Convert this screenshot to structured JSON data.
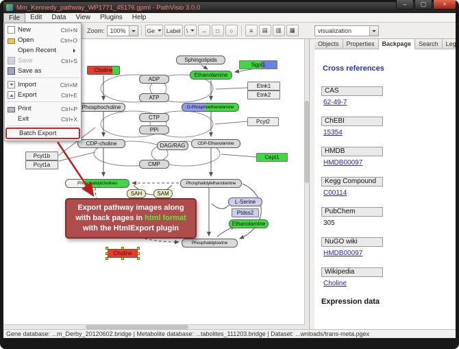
{
  "colors": {
    "highlight_green": "#3fd83f",
    "selected_red": "#e93a2e",
    "annotation_red": "#cc2222",
    "callout_bg": "#af4c4c",
    "link_blue": "#2222cc",
    "selection_handle_yellow": "#ffd800"
  },
  "window": {
    "title": "Mm_Kennedy_pathway_WP1771_45176.gpml - PathVisio 3.0.0",
    "controls": {
      "minimize": "–",
      "maximize": "▢",
      "close": "×"
    }
  },
  "menubar": {
    "items": [
      "File",
      "Edit",
      "Data",
      "View",
      "Plugins",
      "Help"
    ]
  },
  "file_menu": {
    "items": [
      {
        "label": "New",
        "shortcut": "Ctrl+N"
      },
      {
        "label": "Open",
        "shortcut": "Ctrl+O"
      },
      {
        "label": "Open Recent",
        "shortcut": ""
      },
      {
        "label": "Save",
        "shortcut": "Ctrl+S"
      },
      {
        "label": "Save as",
        "shortcut": ""
      },
      {
        "label": "Import",
        "shortcut": "Ctrl+M"
      },
      {
        "label": "Export",
        "shortcut": "Ctrl+E"
      },
      {
        "label": "Print",
        "shortcut": "Ctrl+P"
      },
      {
        "label": "Exit",
        "shortcut": "Ctrl+X"
      },
      {
        "label": "Batch Export",
        "shortcut": ""
      }
    ]
  },
  "toolbar": {
    "zoom_label": "Zoom:",
    "zoom_value": "100%",
    "visualization_label": "visualization",
    "icons": [
      {
        "name": "datanode-tool",
        "glyph": "Ge"
      },
      {
        "name": "label-tool",
        "glyph": "Label"
      },
      {
        "name": "line-tool",
        "glyph": "\\"
      },
      {
        "name": "arrow-tool",
        "glyph": "→"
      },
      {
        "name": "rect-tool",
        "glyph": "□"
      },
      {
        "name": "oval-tool",
        "glyph": "○"
      },
      {
        "name": "align-icon",
        "glyph": "≡"
      },
      {
        "name": "align-top-icon",
        "glyph": "▤"
      },
      {
        "name": "distribute-icon",
        "glyph": "▥"
      },
      {
        "name": "stack-icon",
        "glyph": "▦"
      }
    ]
  },
  "pathway": {
    "nodes": [
      "Sphingolipids",
      "Sgpl1",
      "Choline",
      "Ethanolamine",
      "ADP",
      "Etnk1",
      "Etnk2",
      "ATP",
      "Phosphocholine",
      "O-Phosphoethanolamine",
      "CTP",
      "Pcyt2",
      "PPi",
      "CDP-choline",
      "DAG/RAG",
      "CDP-Ethanolamine",
      "Cept1",
      "CMP",
      "Pcyt1b",
      "Pcyt1a",
      "Phosphatidylcholines",
      "Phosphatidylethanolamine",
      "SAH",
      "SAM",
      "L-Serine",
      "Ptdss2",
      "Ethanolamine",
      "Phosphatidylserine",
      "Choline"
    ]
  },
  "callout": {
    "pre": "Export pathway images along with back pages in ",
    "highlight": "html format",
    "post": " with the HtmlExport plugin"
  },
  "sidebar": {
    "tabs": [
      "Objects",
      "Properties",
      "Backpage",
      "Search",
      "Legend"
    ],
    "backpage": {
      "title": "Cross references",
      "sections": [
        {
          "header": "CAS",
          "value": "62-49-7"
        },
        {
          "header": "ChEBI",
          "value": "15354"
        },
        {
          "header": "HMDB",
          "value": "HMDB00097"
        },
        {
          "header": "Kegg Compound",
          "value": "C00114"
        },
        {
          "header": "PubChem",
          "value": "305"
        },
        {
          "header": "NuGO wiki",
          "value": "HMDB00097"
        },
        {
          "header": "Wikipedia",
          "value": "Choline"
        }
      ],
      "footer": "Expression data"
    }
  },
  "statusbar": {
    "text": "Gene database: ...m_Derby_20120602.bridge | Metabolite database: ...tabolites_111203.bridge | Dataset: ...wnloads/trans-meta.pgex"
  }
}
